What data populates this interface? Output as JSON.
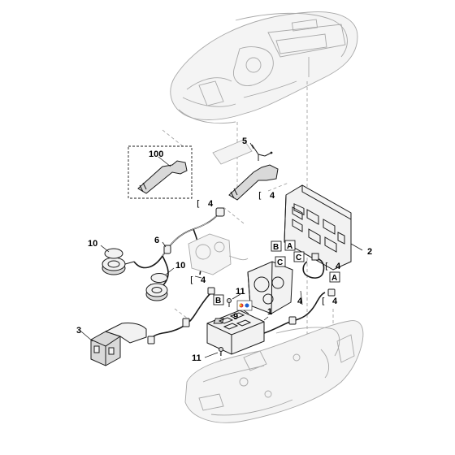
{
  "callouts": {
    "c100": "100",
    "c5": "5",
    "c4a": "4",
    "c4b": "4",
    "c4c": "4",
    "c4d": "4",
    "c4e": "4",
    "c4f": "4",
    "c2": "2",
    "c6": "6",
    "c10a": "10",
    "c10b": "10",
    "c11a": "11",
    "c11b": "11",
    "c9": "9",
    "c1": "1",
    "c3": "3"
  },
  "connector_labels": {
    "a1": "A",
    "a2": "A",
    "b1": "B",
    "b2": "B",
    "c1": "C",
    "c2": "C"
  },
  "bracket_glyph": "["
}
